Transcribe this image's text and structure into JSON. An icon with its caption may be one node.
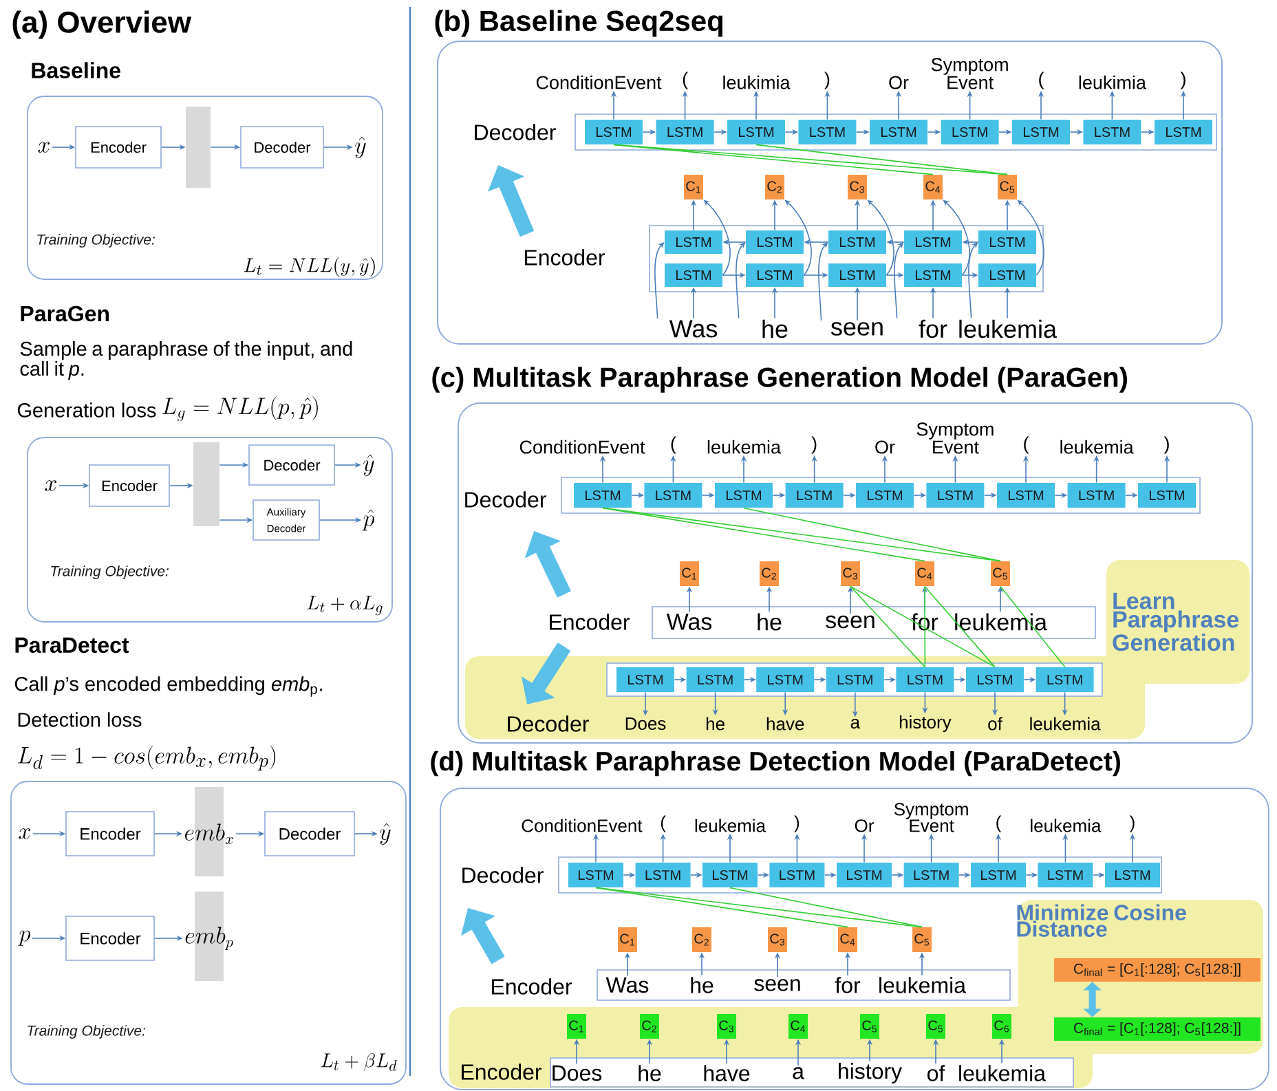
{
  "diagram": {
    "nodes": [
      {
        "text": [
          "Training Objective:",
          "L_t = NLL(y,\\hat{y})"
        ]
      },
      {
        "text": [
          "x"
        ],
        "in": 0
      },
      {
        "text": [
          "Encoder"
        ],
        "in": 0
      },
      {
        "text": [],
        "shape": "bar",
        "in": 0
      },
      {
        "text": [
          "Decoder"
        ],
        "in": 0
      },
      {
        "text": [
          "\\hat{y}"
        ],
        "in": 0
      },
      {
        "text": [
          "Training Objective:",
          "L_t+\\alpha L_g"
        ]
      },
      {
        "text": [
          "x"
        ],
        "in": 6
      },
      {
        "text": [
          "Encoder"
        ],
        "in": 6
      },
      {
        "text": [],
        "shape": "bar",
        "in": 6
      },
      {
        "text": [
          "Decoder"
        ],
        "in": 6
      },
      {
        "text": [
          "Auxiliary Decoder"
        ],
        "in": 6
      },
      {
        "text": [
          "\\hat{y}"
        ],
        "in": 6
      },
      {
        "text": [
          "\\hat{p}"
        ],
        "in": 6
      },
      {
        "text": [
          "Training Objective:",
          "L_t+\\beta L_d"
        ]
      },
      {
        "text": [
          "x"
        ],
        "in": 14
      },
      {
        "text": [
          "Encoder"
        ],
        "in": 14
      },
      {
        "text": [
          "emb_x"
        ],
        "in": 14
      },
      {
        "text": [
          "Decoder"
        ],
        "in": 14
      },
      {
        "text": [
          "\\hat{y}"
        ],
        "in": 14
      },
      {
        "text": [
          "p"
        ],
        "in": 14
      },
      {
        "text": [
          "Encoder"
        ],
        "in": 14
      },
      {
        "text": [
          "emb_p"
        ],
        "in": 14
      },
      {
        "text": [
          "(b) Baseline Seq2seq"
        ]
      },
      {
        "text": [
          "ConditionEvent"
        ],
        "in": 23
      },
      {
        "text": [
          "("
        ],
        "in": 23
      },
      {
        "text": [
          "leukimia"
        ],
        "in": 23
      },
      {
        "text": [
          ")"
        ],
        "in": 23
      },
      {
        "text": [
          "Or"
        ],
        "in": 23
      },
      {
        "text": [
          "Symptom Event"
        ],
        "in": 23
      },
      {
        "text": [
          "("
        ],
        "in": 23
      },
      {
        "text": [
          "leukimia"
        ],
        "in": 23
      },
      {
        "text": [
          ")"
        ],
        "in": 23
      },
      {
        "text": [],
        "shape": "box",
        "beside": [
          "Decoder"
        ],
        "in": 23
      },
      {
        "text": [
          "LSTM"
        ],
        "in": 33
      },
      {
        "text": [
          "LSTM"
        ],
        "in": 33
      },
      {
        "text": [
          "LSTM"
        ],
        "in": 33
      },
      {
        "text": [
          "LSTM"
        ],
        "in": 33
      },
      {
        "text": [
          "LSTM"
        ],
        "in": 33
      },
      {
        "text": [
          "LSTM"
        ],
        "in": 33
      },
      {
        "text": [
          "LSTM"
        ],
        "in": 33
      },
      {
        "text": [
          "LSTM"
        ],
        "in": 33
      },
      {
        "text": [
          "LSTM"
        ],
        "in": 33
      },
      {
        "text": [
          "C$_{1}$"
        ],
        "in": 23
      },
      {
        "text": [
          "C$_{2}$"
        ],
        "in": 23
      },
      {
        "text": [
          "C$_{3}$"
        ],
        "in": 23
      },
      {
        "text": [
          "C$_{4}$"
        ],
        "in": 23
      },
      {
        "text": [
          "C$_{5}$"
        ],
        "in": 23
      },
      {
        "text": [],
        "shape": "box",
        "beside": [
          "Encoder"
        ],
        "in": 23
      },
      {
        "text": [
          "LSTM"
        ],
        "in": 48
      },
      {
        "text": [
          "LSTM"
        ],
        "in": 48
      },
      {
        "text": [
          "LSTM"
        ],
        "in": 48
      },
      {
        "text": [
          "LSTM"
        ],
        "in": 48
      },
      {
        "text": [
          "LSTM"
        ],
        "in": 48
      },
      {
        "text": [
          "LSTM"
        ],
        "in": 48
      },
      {
        "text": [
          "LSTM"
        ],
        "in": 48
      },
      {
        "text": [
          "LSTM"
        ],
        "in": 48
      },
      {
        "text": [
          "LSTM"
        ],
        "in": 48
      },
      {
        "text": [
          "LSTM"
        ],
        "in": 48
      },
      {
        "text": [
          "Was"
        ],
        "in": 23
      },
      {
        "text": [
          "he"
        ],
        "in": 23
      },
      {
        "text": [
          "seen"
        ],
        "in": 23
      },
      {
        "text": [
          "for"
        ],
        "in": 23
      },
      {
        "text": [
          "leukemia"
        ],
        "in": 23
      },
      {
        "text": [
          "(c) Multitask Paraphrase Generation Model (ParaGen)"
        ]
      },
      {
        "text": [
          "ConditionEvent"
        ],
        "in": 64
      },
      {
        "text": [
          "("
        ],
        "in": 64
      },
      {
        "text": [
          "leukemia"
        ],
        "in": 64
      },
      {
        "text": [
          ")"
        ],
        "in": 64
      },
      {
        "text": [
          "Or"
        ],
        "in": 64
      },
      {
        "text": [
          "Symptom Event"
        ],
        "in": 64
      },
      {
        "text": [
          "("
        ],
        "in": 64
      },
      {
        "text": [
          "leukemia"
        ],
        "in": 64
      },
      {
        "text": [
          ")"
        ],
        "in": 64
      },
      {
        "text": [],
        "shape": "box",
        "beside": [
          "Decoder"
        ],
        "in": 64
      },
      {
        "text": [
          "LSTM"
        ],
        "in": 74
      },
      {
        "text": [
          "LSTM"
        ],
        "in": 74
      },
      {
        "text": [
          "LSTM"
        ],
        "in": 74
      },
      {
        "text": [
          "LSTM"
        ],
        "in": 74
      },
      {
        "text": [
          "LSTM"
        ],
        "in": 74
      },
      {
        "text": [
          "LSTM"
        ],
        "in": 74
      },
      {
        "text": [
          "LSTM"
        ],
        "in": 74
      },
      {
        "text": [
          "LSTM"
        ],
        "in": 74
      },
      {
        "text": [
          "LSTM"
        ],
        "in": 74
      },
      {
        "text": [
          "C$_{1}$"
        ],
        "in": 64
      },
      {
        "text": [
          "C$_{2}$"
        ],
        "in": 64
      },
      {
        "text": [
          "C$_{3}$"
        ],
        "in": 64
      },
      {
        "text": [
          "C$_{4}$"
        ],
        "in": 64
      },
      {
        "text": [
          "C$_{5}$"
        ],
        "in": 64
      },
      {
        "text": [],
        "shape": "box",
        "beside": [
          "Encoder"
        ],
        "in": 64
      },
      {
        "text": [
          "Was"
        ],
        "in": 89
      },
      {
        "text": [
          "he"
        ],
        "in": 89
      },
      {
        "text": [
          "seen"
        ],
        "in": 89
      },
      {
        "text": [
          "for"
        ],
        "in": 89
      },
      {
        "text": [
          "leukemia"
        ],
        "in": 89
      },
      {
        "text": [
          "Decoder"
        ],
        "in": 64
      },
      {
        "text": [],
        "shape": "box",
        "in": 95
      },
      {
        "text": [
          "LSTM"
        ],
        "in": 96
      },
      {
        "text": [
          "LSTM"
        ],
        "in": 96
      },
      {
        "text": [
          "LSTM"
        ],
        "in": 96
      },
      {
        "text": [
          "LSTM"
        ],
        "in": 96
      },
      {
        "text": [
          "LSTM"
        ],
        "in": 96
      },
      {
        "text": [
          "LSTM"
        ],
        "in": 96
      },
      {
        "text": [
          "LSTM"
        ],
        "in": 96
      },
      {
        "text": [
          "Does"
        ],
        "in": 95
      },
      {
        "text": [
          "he"
        ],
        "in": 95
      },
      {
        "text": [
          "have"
        ],
        "in": 95
      },
      {
        "text": [
          "a"
        ],
        "in": 95
      },
      {
        "text": [
          "history"
        ],
        "in": 95
      },
      {
        "text": [
          "of"
        ],
        "in": 95
      },
      {
        "text": [
          "leukemia"
        ],
        "in": 95
      },
      {
        "text": [
          "Learn Paraphrase Generation"
        ],
        "in": 64
      },
      {
        "text": [
          "(d) Multitask Paraphrase Detection Model (ParaDetect)"
        ]
      },
      {
        "text": [
          "ConditionEvent"
        ],
        "in": 112
      },
      {
        "text": [
          "("
        ],
        "in": 112
      },
      {
        "text": [
          "leukemia"
        ],
        "in": 112
      },
      {
        "text": [
          ")"
        ],
        "in": 112
      },
      {
        "text": [
          "Or"
        ],
        "in": 112
      },
      {
        "text": [
          "Symptom Event"
        ],
        "in": 112
      },
      {
        "text": [
          "("
        ],
        "in": 112
      },
      {
        "text": [
          "leukemia"
        ],
        "in": 112
      },
      {
        "text": [
          ")"
        ],
        "in": 112
      },
      {
        "text": [],
        "shape": "box",
        "beside": [
          "Decoder"
        ],
        "in": 112
      },
      {
        "text": [
          "LSTM"
        ],
        "in": 122
      },
      {
        "text": [
          "LSTM"
        ],
        "in": 122
      },
      {
        "text": [
          "LSTM"
        ],
        "in": 122
      },
      {
        "text": [
          "LSTM"
        ],
        "in": 122
      },
      {
        "text": [
          "LSTM"
        ],
        "in": 122
      },
      {
        "text": [
          "LSTM"
        ],
        "in": 122
      },
      {
        "text": [
          "LSTM"
        ],
        "in": 122
      },
      {
        "text": [
          "LSTM"
        ],
        "in": 122
      },
      {
        "text": [
          "LSTM"
        ],
        "in": 122
      },
      {
        "text": [
          "C$_{1}$"
        ],
        "in": 112
      },
      {
        "text": [
          "C$_{2}$"
        ],
        "in": 112
      },
      {
        "text": [
          "C$_{3}$"
        ],
        "in": 112
      },
      {
        "text": [
          "C$_{4}$"
        ],
        "in": 112
      },
      {
        "text": [
          "C$_{5}$"
        ],
        "in": 112
      },
      {
        "text": [],
        "shape": "box",
        "beside": [
          "Encoder"
        ],
        "in": 112
      },
      {
        "text": [
          "Was"
        ],
        "in": 137
      },
      {
        "text": [
          "he"
        ],
        "in": 137
      },
      {
        "text": [
          "seen"
        ],
        "in": 137
      },
      {
        "text": [
          "for"
        ],
        "in": 137
      },
      {
        "text": [
          "leukemia"
        ],
        "in": 137
      },
      {
        "text": [
          "Encoder"
        ],
        "in": 112
      },
      {
        "text": [
          "C$_{1}$"
        ],
        "in": 143
      },
      {
        "text": [
          "C$_{2}$"
        ],
        "in": 143
      },
      {
        "text": [
          "C$_{3}$"
        ],
        "in": 143
      },
      {
        "text": [
          "C$_{4}$"
        ],
        "in": 143
      },
      {
        "text": [
          "C$_{5}$"
        ],
        "in": 143
      },
      {
        "text": [
          "C$_{5}$"
        ],
        "in": 143
      },
      {
        "text": [
          "C$_{6}$"
        ],
        "in": 143
      },
      {
        "text": [],
        "shape": "box",
        "in": 143
      },
      {
        "text": [
          "Does"
        ],
        "in": 151
      },
      {
        "text": [
          "he"
        ],
        "in": 151
      },
      {
        "text": [
          "have"
        ],
        "in": 151
      },
      {
        "text": [
          "a"
        ],
        "in": 151
      },
      {
        "text": [
          "history"
        ],
        "in": 151
      },
      {
        "text": [
          "of"
        ],
        "in": 151
      },
      {
        "text": [
          "leukemia"
        ],
        "in": 151
      },
      {
        "text": [
          "Minimize Cosine Distance"
        ],
        "in": 112
      },
      {
        "text": [
          "C$_{final}$ = [C$_{1}$[:128];  C$_{5}$[128:]]"
        ],
        "in": 159
      },
      {
        "text": [
          "C$_{final}$ = [C$_{1}$[:128];  C$_{5}$[128:]]"
        ],
        "in": 159
      }
    ],
    "edges": [
      {
        "from": 1,
        "to": 2,
        "arrow": "to"
      },
      {
        "from": 2,
        "to": 3,
        "arrow": "to"
      },
      {
        "from": 3,
        "to": 4,
        "arrow": "to"
      },
      {
        "from": 4,
        "to": 5,
        "arrow": "to"
      },
      {
        "from": 7,
        "to": 8,
        "arrow": "to"
      },
      {
        "from": 8,
        "to": 9,
        "arrow": "to"
      },
      {
        "from": 9,
        "to": 10,
        "arrow": "to"
      },
      {
        "from": 9,
        "to": 11,
        "arrow": "to"
      },
      {
        "from": 10,
        "to": 12,
        "arrow": "to"
      },
      {
        "from": 11,
        "to": 13,
        "arrow": "to"
      },
      {
        "from": 15,
        "to": 16,
        "arrow": "to"
      },
      {
        "from": 16,
        "to": 17,
        "arrow": "to"
      },
      {
        "from": 17,
        "to": 18,
        "arrow": "to"
      },
      {
        "from": 18,
        "to": 19,
        "arrow": "to"
      },
      {
        "from": 20,
        "to": 21,
        "arrow": "to"
      },
      {
        "from": 21,
        "to": 22,
        "arrow": "to"
      },
      {
        "from": 34,
        "to": 24,
        "arrow": "to"
      },
      {
        "from": 35,
        "to": 25,
        "arrow": "to"
      },
      {
        "from": 36,
        "to": 26,
        "arrow": "to"
      },
      {
        "from": 37,
        "to": 27,
        "arrow": "to"
      },
      {
        "from": 38,
        "to": 28,
        "arrow": "to"
      },
      {
        "from": 39,
        "to": 29,
        "arrow": "to"
      },
      {
        "from": 40,
        "to": 30,
        "arrow": "to"
      },
      {
        "from": 41,
        "to": 31,
        "arrow": "to"
      },
      {
        "from": 42,
        "to": 32,
        "arrow": "to"
      },
      {
        "from": 34,
        "to": 35,
        "arrow": "to"
      },
      {
        "from": 35,
        "to": 36,
        "arrow": "to"
      },
      {
        "from": 36,
        "to": 37,
        "arrow": "to"
      },
      {
        "from": 37,
        "to": 38,
        "arrow": "to"
      },
      {
        "from": 38,
        "to": 39,
        "arrow": "to"
      },
      {
        "from": 39,
        "to": 40,
        "arrow": "to"
      },
      {
        "from": 40,
        "to": 41,
        "arrow": "to"
      },
      {
        "from": 41,
        "to": 42,
        "arrow": "to"
      },
      {
        "from": 34,
        "to": 46,
        "arrow": "none",
        "color": "#33cc33"
      },
      {
        "from": 34,
        "to": 47,
        "arrow": "none",
        "color": "#33cc33"
      },
      {
        "from": 36,
        "to": 47,
        "arrow": "none",
        "color": "#33cc33"
      },
      {
        "from": 59,
        "to": 54,
        "arrow": "to"
      },
      {
        "from": 60,
        "to": 55,
        "arrow": "to"
      },
      {
        "from": 61,
        "to": 56,
        "arrow": "to"
      },
      {
        "from": 62,
        "to": 57,
        "arrow": "to"
      },
      {
        "from": 63,
        "to": 58,
        "arrow": "to"
      },
      {
        "from": 54,
        "to": 55,
        "arrow": "to"
      },
      {
        "from": 55,
        "to": 56,
        "arrow": "to"
      },
      {
        "from": 56,
        "to": 57,
        "arrow": "to"
      },
      {
        "from": 57,
        "to": 58,
        "arrow": "to"
      },
      {
        "from": 53,
        "to": 52,
        "arrow": "to"
      },
      {
        "from": 52,
        "to": 51,
        "arrow": "to"
      },
      {
        "from": 51,
        "to": 50,
        "arrow": "to"
      },
      {
        "from": 50,
        "to": 49,
        "arrow": "to"
      },
      {
        "from": 49,
        "to": 43,
        "arrow": "to"
      },
      {
        "from": 50,
        "to": 44,
        "arrow": "to"
      },
      {
        "from": 51,
        "to": 45,
        "arrow": "to"
      },
      {
        "from": 52,
        "to": 46,
        "arrow": "to"
      },
      {
        "from": 53,
        "to": 47,
        "arrow": "to"
      },
      {
        "from": 54,
        "to": 43,
        "arrow": "to"
      },
      {
        "from": 55,
        "to": 44,
        "arrow": "to"
      },
      {
        "from": 56,
        "to": 45,
        "arrow": "to"
      },
      {
        "from": 57,
        "to": 46,
        "arrow": "to"
      },
      {
        "from": 58,
        "to": 47,
        "arrow": "to"
      },
      {
        "from": 59,
        "to": 49,
        "arrow": "to"
      },
      {
        "from": 60,
        "to": 50,
        "arrow": "to"
      },
      {
        "from": 61,
        "to": 51,
        "arrow": "to"
      },
      {
        "from": 62,
        "to": 52,
        "arrow": "to"
      },
      {
        "from": 63,
        "to": 53,
        "arrow": "to"
      },
      {
        "from": 75,
        "to": 65,
        "arrow": "to"
      },
      {
        "from": 76,
        "to": 66,
        "arrow": "to"
      },
      {
        "from": 77,
        "to": 67,
        "arrow": "to"
      },
      {
        "from": 78,
        "to": 68,
        "arrow": "to"
      },
      {
        "from": 79,
        "to": 69,
        "arrow": "to"
      },
      {
        "from": 80,
        "to": 70,
        "arrow": "to"
      },
      {
        "from": 81,
        "to": 71,
        "arrow": "to"
      },
      {
        "from": 82,
        "to": 72,
        "arrow": "to"
      },
      {
        "from": 83,
        "to": 73,
        "arrow": "to"
      },
      {
        "from": 75,
        "to": 76,
        "arrow": "to"
      },
      {
        "from": 76,
        "to": 77,
        "arrow": "to"
      },
      {
        "from": 77,
        "to": 78,
        "arrow": "to"
      },
      {
        "from": 78,
        "to": 79,
        "arrow": "to"
      },
      {
        "from": 79,
        "to": 80,
        "arrow": "to"
      },
      {
        "from": 80,
        "to": 81,
        "arrow": "to"
      },
      {
        "from": 81,
        "to": 82,
        "arrow": "to"
      },
      {
        "from": 82,
        "to": 83,
        "arrow": "to"
      },
      {
        "from": 75,
        "to": 87,
        "arrow": "none",
        "color": "#33cc33"
      },
      {
        "from": 75,
        "to": 88,
        "arrow": "none",
        "color": "#33cc33"
      },
      {
        "from": 77,
        "to": 88,
        "arrow": "none",
        "color": "#33cc33"
      },
      {
        "from": 90,
        "to": 84,
        "arrow": "to"
      },
      {
        "from": 91,
        "to": 85,
        "arrow": "to"
      },
      {
        "from": 92,
        "to": 86,
        "arrow": "to"
      },
      {
        "from": 93,
        "to": 87,
        "arrow": "to"
      },
      {
        "from": 94,
        "to": 88,
        "arrow": "to"
      },
      {
        "from": 86,
        "to": 101,
        "arrow": "none",
        "color": "#33cc33"
      },
      {
        "from": 86,
        "to": 102,
        "arrow": "none",
        "color": "#33cc33"
      },
      {
        "from": 87,
        "to": 101,
        "arrow": "none",
        "color": "#33cc33"
      },
      {
        "from": 87,
        "to": 102,
        "arrow": "none",
        "color": "#33cc33"
      },
      {
        "from": 88,
        "to": 103,
        "arrow": "none",
        "color": "#33cc33"
      },
      {
        "from": 97,
        "to": 98,
        "arrow": "to"
      },
      {
        "from": 98,
        "to": 99,
        "arrow": "to"
      },
      {
        "from": 99,
        "to": 100,
        "arrow": "to"
      },
      {
        "from": 100,
        "to": 101,
        "arrow": "to"
      },
      {
        "from": 101,
        "to": 102,
        "arrow": "to"
      },
      {
        "from": 102,
        "to": 103,
        "arrow": "to"
      },
      {
        "from": 97,
        "to": 104,
        "arrow": "to"
      },
      {
        "from": 98,
        "to": 105,
        "arrow": "to"
      },
      {
        "from": 99,
        "to": 106,
        "arrow": "to"
      },
      {
        "from": 100,
        "to": 107,
        "arrow": "to"
      },
      {
        "from": 101,
        "to": 108,
        "arrow": "to"
      },
      {
        "from": 102,
        "to": 109,
        "arrow": "to"
      },
      {
        "from": 103,
        "to": 110,
        "arrow": "to"
      },
      {
        "from": 123,
        "to": 113,
        "arrow": "to"
      },
      {
        "from": 124,
        "to": 114,
        "arrow": "to"
      },
      {
        "from": 125,
        "to": 115,
        "arrow": "to"
      },
      {
        "from": 126,
        "to": 116,
        "arrow": "to"
      },
      {
        "from": 127,
        "to": 117,
        "arrow": "to"
      },
      {
        "from": 128,
        "to": 118,
        "arrow": "to"
      },
      {
        "from": 129,
        "to": 119,
        "arrow": "to"
      },
      {
        "from": 130,
        "to": 120,
        "arrow": "to"
      },
      {
        "from": 131,
        "to": 121,
        "arrow": "to"
      },
      {
        "from": 123,
        "to": 124,
        "arrow": "to"
      },
      {
        "from": 124,
        "to": 125,
        "arrow": "to"
      },
      {
        "from": 125,
        "to": 126,
        "arrow": "to"
      },
      {
        "from": 126,
        "to": 127,
        "arrow": "to"
      },
      {
        "from": 127,
        "to": 128,
        "arrow": "to"
      },
      {
        "from": 128,
        "to": 129,
        "arrow": "to"
      },
      {
        "from": 129,
        "to": 130,
        "arrow": "to"
      },
      {
        "from": 130,
        "to": 131,
        "arrow": "to"
      },
      {
        "from": 123,
        "to": 135,
        "arrow": "none",
        "color": "#33cc33"
      },
      {
        "from": 123,
        "to": 136,
        "arrow": "none",
        "color": "#33cc33"
      },
      {
        "from": 125,
        "to": 136,
        "arrow": "none",
        "color": "#33cc33"
      },
      {
        "from": 138,
        "to": 132,
        "arrow": "to"
      },
      {
        "from": 139,
        "to": 133,
        "arrow": "to"
      },
      {
        "from": 140,
        "to": 134,
        "arrow": "to"
      },
      {
        "from": 141,
        "to": 135,
        "arrow": "to"
      },
      {
        "from": 142,
        "to": 136,
        "arrow": "to"
      },
      {
        "from": 152,
        "to": 144,
        "arrow": "to"
      },
      {
        "from": 153,
        "to": 145,
        "arrow": "to"
      },
      {
        "from": 154,
        "to": 146,
        "arrow": "to"
      },
      {
        "from": 155,
        "to": 147,
        "arrow": "to"
      },
      {
        "from": 156,
        "to": 148,
        "arrow": "to"
      },
      {
        "from": 157,
        "to": 149,
        "arrow": "to"
      },
      {
        "from": 158,
        "to": 150,
        "arrow": "to"
      },
      {
        "from": 160,
        "to": 161,
        "arrow": "both",
        "style": "thick",
        "color": "#5bc0e8"
      }
    ],
    "labels": [
      "(a) Overview",
      "Baseline",
      "ParaGen",
      "Sample a paraphrase of the input, and call it *p*.",
      "Generation loss",
      "L_g = NLL(p,\\hat{p})",
      "ParaDetect",
      "Call *p*’s encoded embedding *emb*$_{p}$.",
      "Detection loss",
      "L_d = 1 - cos(emb_x, emb_p)"
    ]
  }
}
